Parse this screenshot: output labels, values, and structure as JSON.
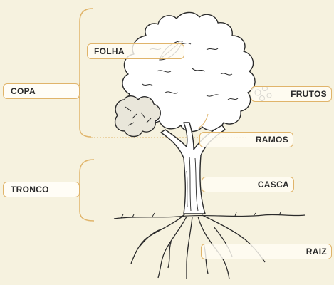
{
  "diagram": {
    "title": "",
    "labels": {
      "copa": "COPA",
      "tronco": "TRONCO",
      "folha": "FOLHA",
      "frutos": "FRUTOS",
      "ramos": "RAMOS",
      "casca": "CASCA",
      "raiz": "RAIZ"
    },
    "colors": {
      "background": "#f6f2df",
      "label_border": "#e0b46a",
      "line_art": "#2b2b2b"
    }
  }
}
